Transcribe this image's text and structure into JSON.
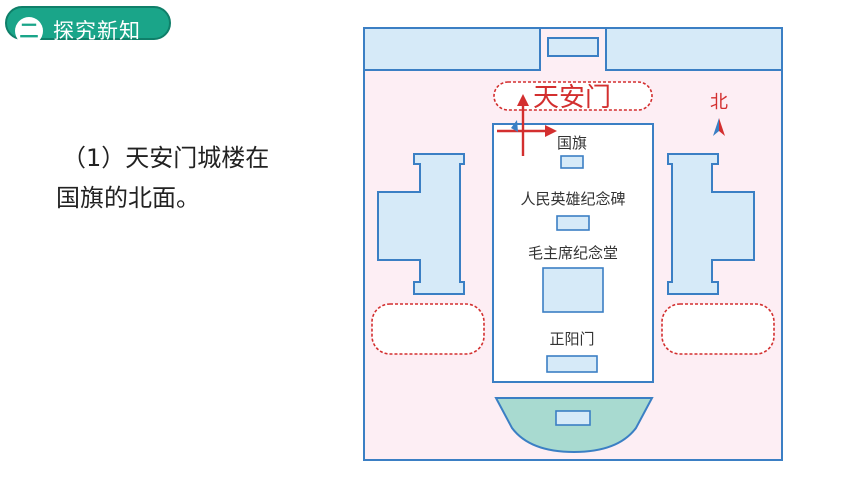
{
  "header": {
    "section_number": "二",
    "section_title": "探究新知"
  },
  "statement": {
    "line1": "（1）天安门城楼在",
    "line2": "国旗的北面。"
  },
  "map": {
    "tiananmen": "天安门",
    "flag": "国旗",
    "monument": "人民英雄纪念碑",
    "mausoleum": "毛主席纪念堂",
    "zhengyangmen": "正阳门",
    "north": "北"
  },
  "colors": {
    "accent": "#1aa589",
    "frame": "#3b7fc4",
    "building_fill": "#d6eaf8",
    "plaza_fill": "#fdeef4",
    "highlight": "#d32f2f"
  }
}
